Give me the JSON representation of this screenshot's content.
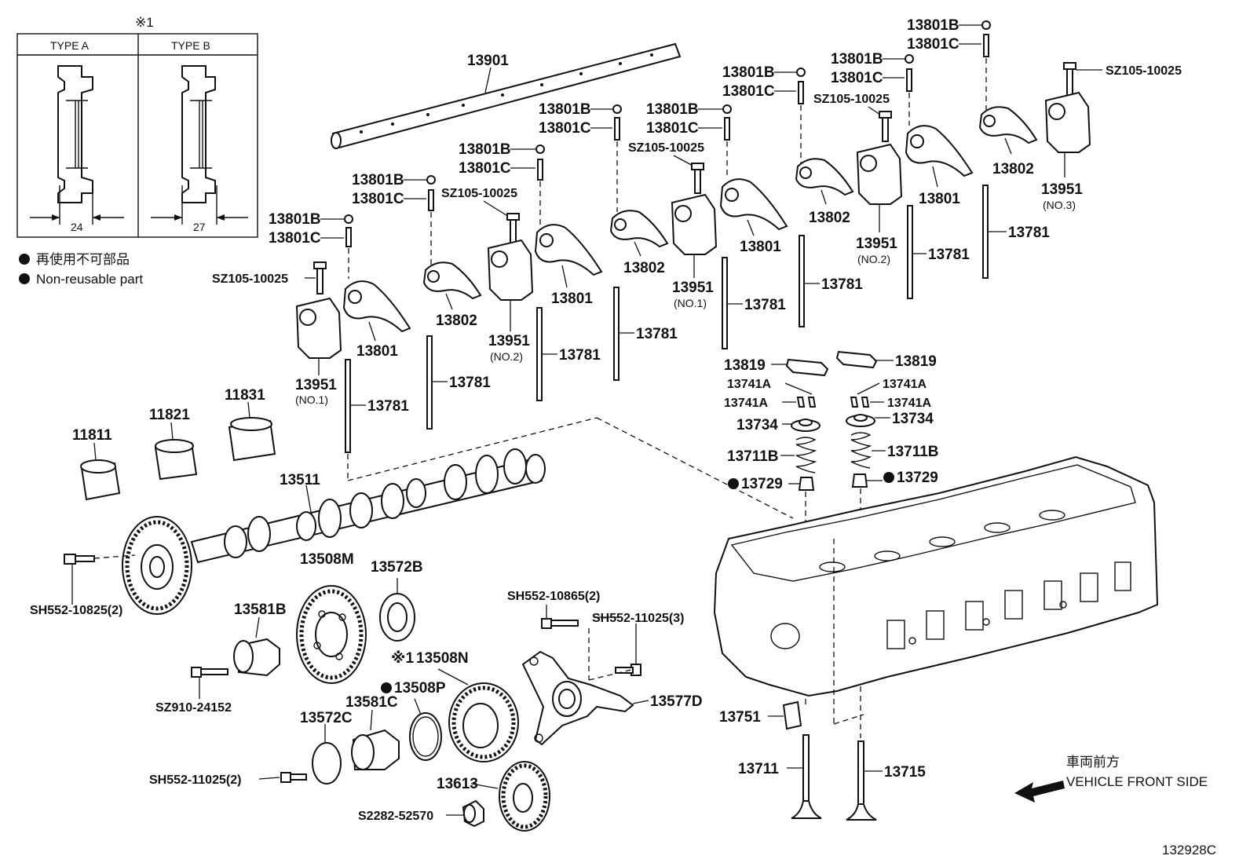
{
  "inset": {
    "mark": "※1",
    "type_a": {
      "title": "TYPE A",
      "dim": "24"
    },
    "type_b": {
      "title": "TYPE B",
      "dim": "27"
    }
  },
  "legend": {
    "jp": "再使用不可部品",
    "en": "Non-reusable part"
  },
  "direction": {
    "jp": "車両前方",
    "en": "VEHICLE FRONT SIDE"
  },
  "figure_code": "132928C",
  "labels": {
    "p13901": "13901",
    "p13801B_1": "13801B",
    "p13801C_1": "13801C",
    "p13801B_2": "13801B",
    "p13801C_2": "13801C",
    "p13801B_3": "13801B",
    "p13801C_3": "13801C",
    "p13801B_4": "13801B",
    "p13801C_4": "13801C",
    "p13801B_5": "13801B",
    "p13801C_5": "13801C",
    "p13801B_6": "13801B",
    "p13801C_6": "13801C",
    "p13801B_7": "13801B",
    "p13801C_7": "13801C",
    "p13801B_8": "13801B",
    "p13801C_8": "13801C",
    "sz_1": "SZ105-10025",
    "sz_2": "SZ105-10025",
    "sz_3": "SZ105-10025",
    "sz_4": "SZ105-10025",
    "sz_5": "SZ105-10025",
    "p13801_1": "13801",
    "p13801_2": "13801",
    "p13801_3": "13801",
    "p13801_4": "13801",
    "p13802_1": "13802",
    "p13802_2": "13802",
    "p13802_3": "13802",
    "p13802_4": "13802",
    "p13951_1": "13951",
    "p13951_1n": "(NO.1)",
    "p13951_2": "13951",
    "p13951_2n": "(NO.2)",
    "p13951_3": "13951",
    "p13951_3n": "(NO.1)",
    "p13951_4": "13951",
    "p13951_4n": "(NO.2)",
    "p13951_5": "13951",
    "p13951_5n": "(NO.3)",
    "p13781_1": "13781",
    "p13781_2": "13781",
    "p13781_3": "13781",
    "p13781_4": "13781",
    "p13781_5": "13781",
    "p13781_6": "13781",
    "p13781_7": "13781",
    "p13781_8": "13781",
    "p11811": "11811",
    "p11821": "11821",
    "p11831": "11831",
    "p13511": "13511",
    "sh_10825": "SH552-10825(2)",
    "p13508M": "13508M",
    "p13572B": "13572B",
    "p13581B": "13581B",
    "sz910": "SZ910-24152",
    "mark1": "※1",
    "p13508N": "13508N",
    "p13508P": "13508P",
    "p13581C": "13581C",
    "p13572C": "13572C",
    "sh_11025_2": "SH552-11025(2)",
    "p13613": "13613",
    "s2282": "S2282-52570",
    "sh_10865": "SH552-10865(2)",
    "sh_11025_3": "SH552-11025(3)",
    "p13577D": "13577D",
    "p13819_l": "13819",
    "p13819_r": "13819",
    "p13741A_1": "13741A",
    "p13741A_2": "13741A",
    "p13741A_3": "13741A",
    "p13741A_4": "13741A",
    "p13734_l": "13734",
    "p13734_r": "13734",
    "p13711B_l": "13711B",
    "p13711B_r": "13711B",
    "p13729_l": "13729",
    "p13729_r": "13729",
    "p13751": "13751",
    "p13711": "13711",
    "p13715": "13715"
  }
}
